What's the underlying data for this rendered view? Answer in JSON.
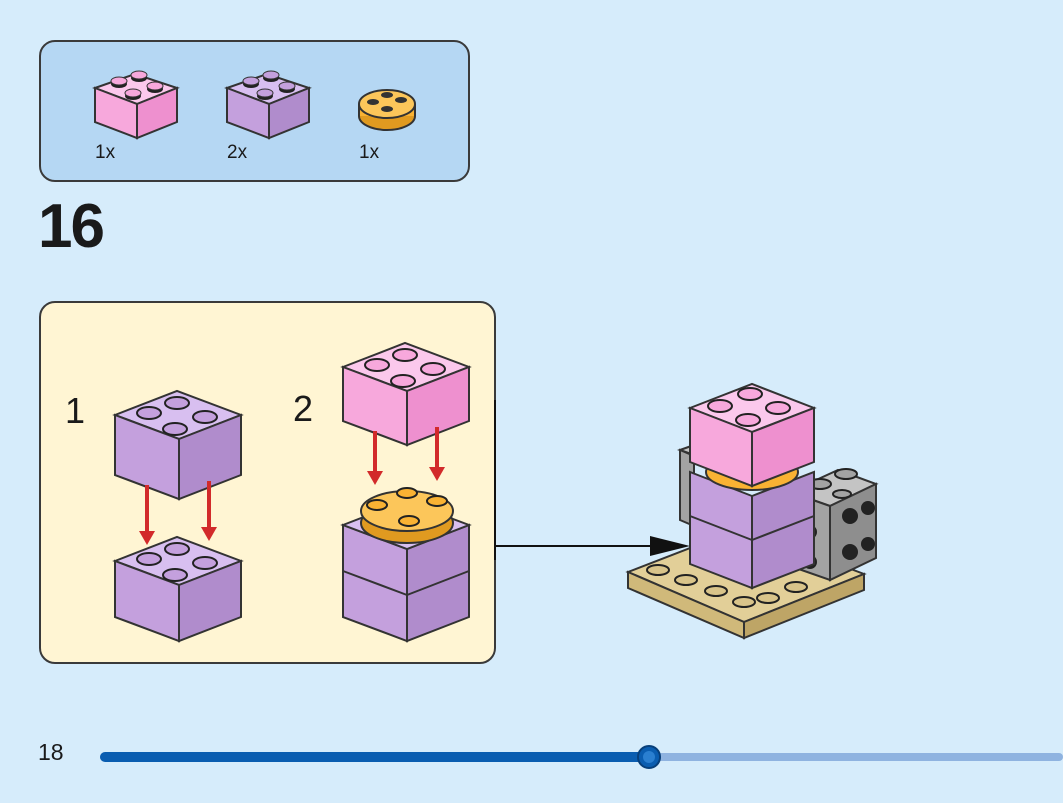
{
  "parts": [
    {
      "name": "pink 2x2 brick",
      "qty": "1x",
      "color": "#f7a8dc"
    },
    {
      "name": "lavender 2x2 brick",
      "qty": "2x",
      "color": "#c4a0dd"
    },
    {
      "name": "orange round plate",
      "qty": "1x",
      "color": "#f9b233"
    }
  ],
  "step": {
    "number": "16"
  },
  "substeps": [
    {
      "number": "1"
    },
    {
      "number": "2"
    }
  ],
  "footer": {
    "page_number": "18",
    "progress": 0.57
  },
  "colors": {
    "background": "#d6ecfb",
    "parts_panel": "#b5d7f3",
    "substep_panel": "#fff5d3",
    "pink": "#f7a8dc",
    "lavender": "#c4a0dd",
    "orange": "#f9b233",
    "gray": "#a3a3a3",
    "tan": "#d9c48a",
    "arrow_red": "#d22a2a",
    "progress_done": "#0a5db0",
    "progress_todo": "#8fb3e0"
  }
}
